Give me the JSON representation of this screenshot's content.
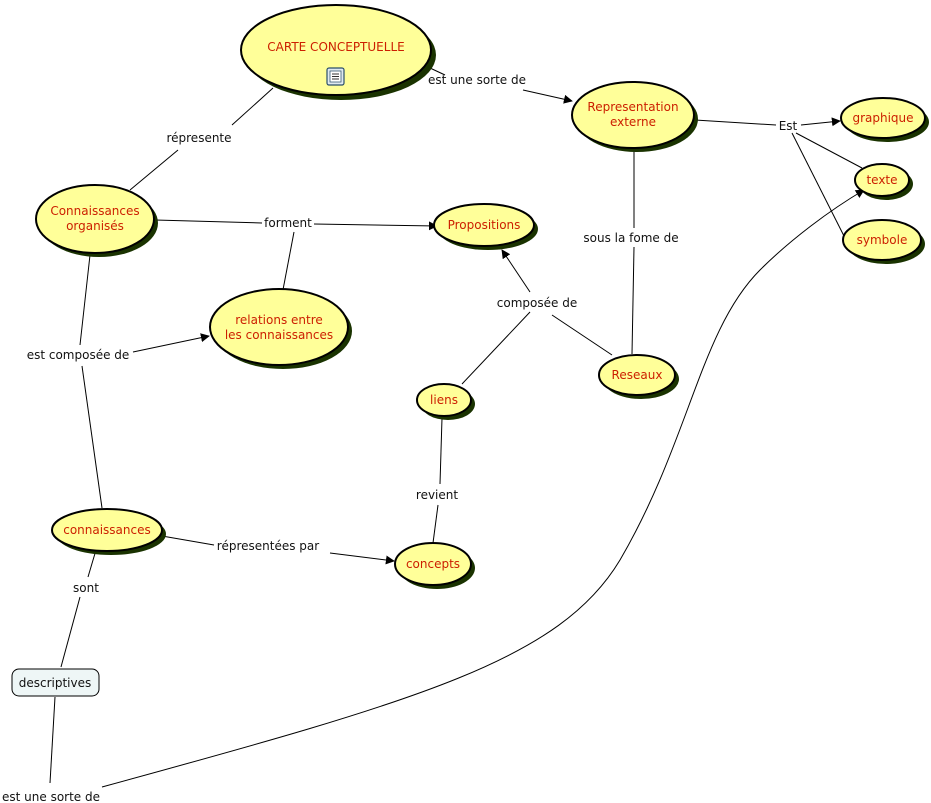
{
  "concept_map": {
    "nodes": {
      "carte_conceptuelle": {
        "label": "CARTE CONCEPTUELLE"
      },
      "representation_externe": {
        "line1": "Representation",
        "line2": "externe"
      },
      "graphique": {
        "label": "graphique"
      },
      "texte": {
        "label": "texte"
      },
      "symbole": {
        "label": "symbole"
      },
      "connaissances_organises": {
        "line1": "Connaissances",
        "line2": "organisés"
      },
      "propositions": {
        "label": "Propositions"
      },
      "relations": {
        "line1": "relations entre",
        "line2": "les connaissances"
      },
      "reseaux": {
        "label": "Reseaux"
      },
      "liens": {
        "label": "liens"
      },
      "connaissances": {
        "label": "connaissances"
      },
      "concepts": {
        "label": "concepts"
      },
      "descriptives": {
        "label": "descriptives"
      }
    },
    "links": {
      "est_une_sorte_de_1": "est une sorte de",
      "represente": "répresente",
      "est": "Est",
      "forment": "forment",
      "sous_la_fome_de": "sous la fome de",
      "composee_de": "composée de",
      "est_composee_de": "est composée de",
      "revient": "revient",
      "representees_par": "répresentées par",
      "sont": "sont",
      "est_une_sorte_de_2": "est une sorte de"
    },
    "colors": {
      "node_fill": "#ffff99",
      "node_shadow": "#1a3300",
      "node_text": "#cc1f00",
      "link_line": "#000000",
      "rect_fill": "#eef6f6"
    },
    "icons": {
      "document": "document-icon"
    }
  }
}
